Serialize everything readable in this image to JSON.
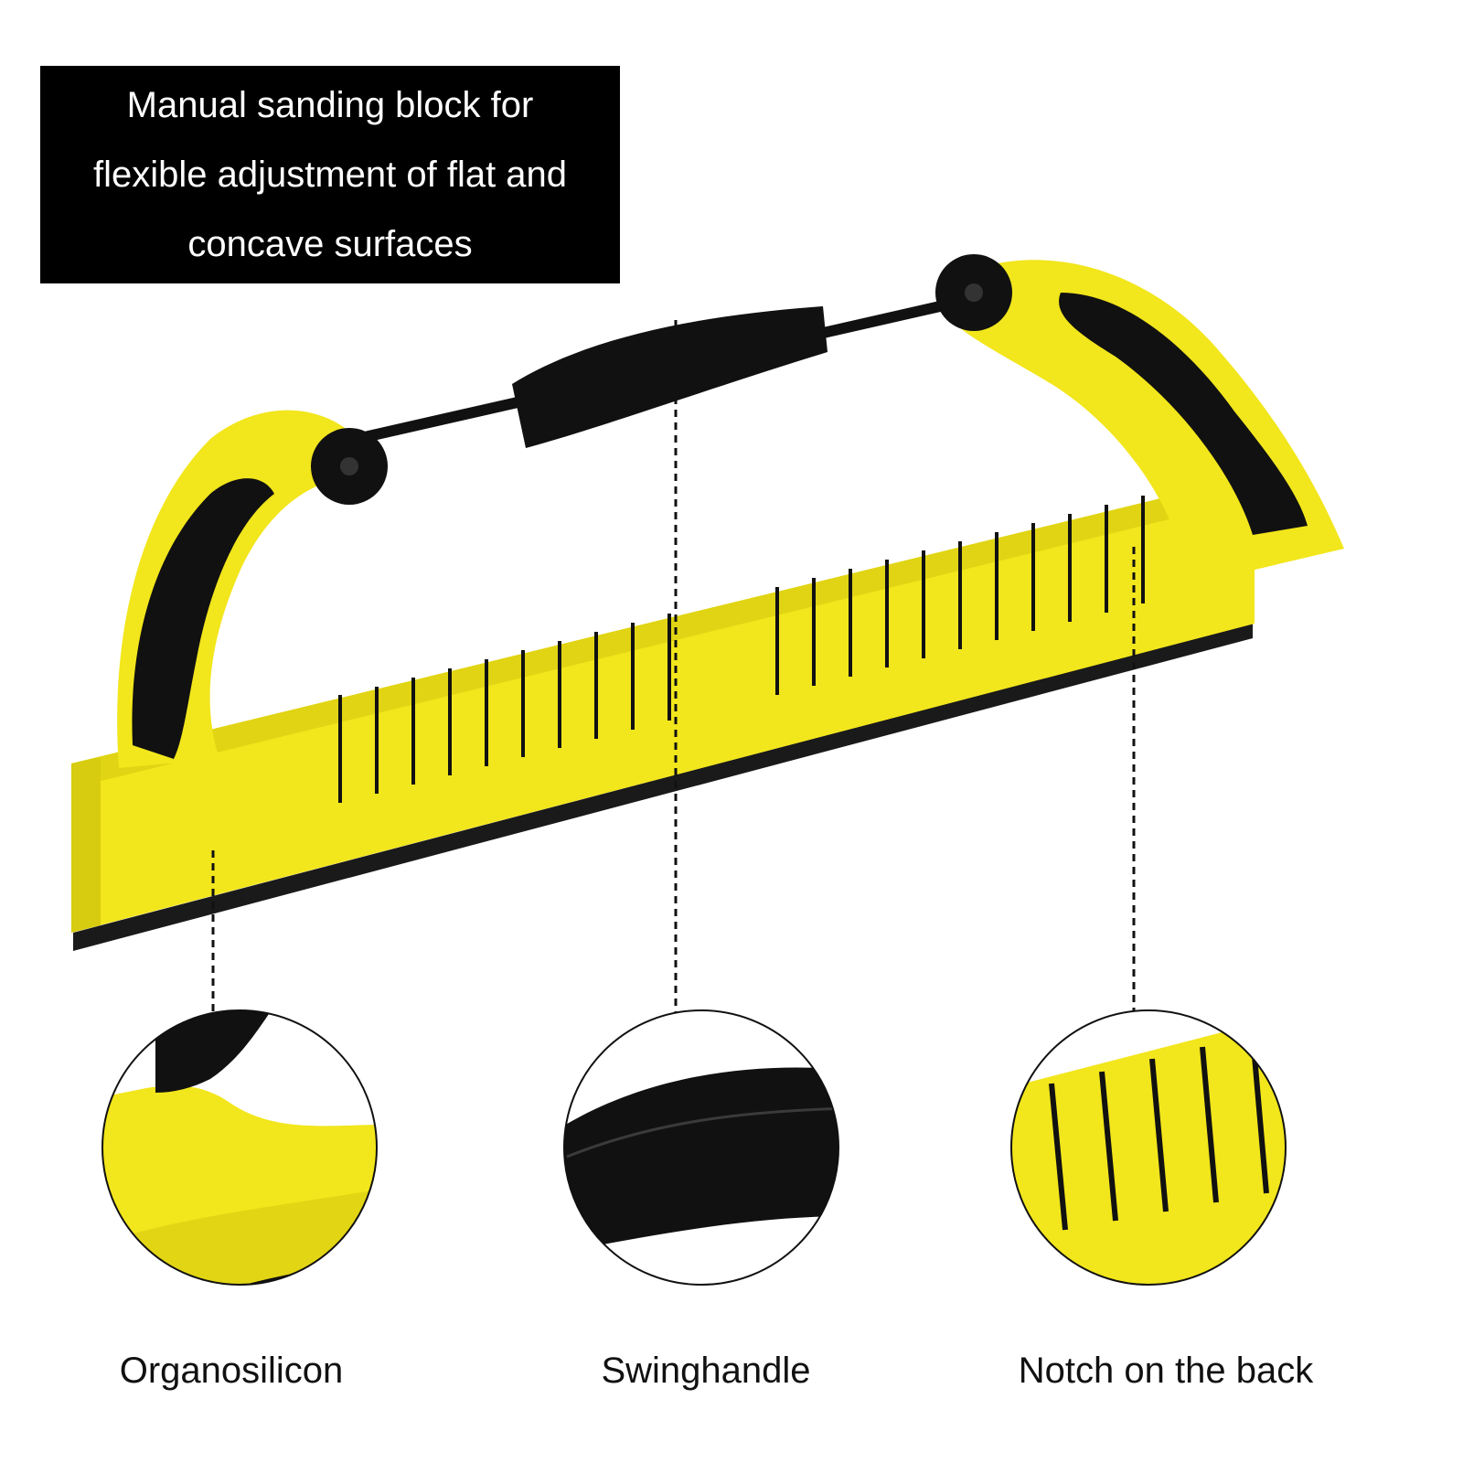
{
  "headline": {
    "lines": [
      "Manual sanding block for",
      "flexible adjustment of flat and",
      "concave surfaces"
    ]
  },
  "features": [
    {
      "label": "Organosilicon"
    },
    {
      "label": "Swinghandle"
    },
    {
      "label": "Notch on the back"
    }
  ],
  "colors": {
    "body": "#f2e61c",
    "body_shade": "#d8cc10",
    "grip": "#111111",
    "foam": "#1a1a1a",
    "background": "#ffffff"
  }
}
